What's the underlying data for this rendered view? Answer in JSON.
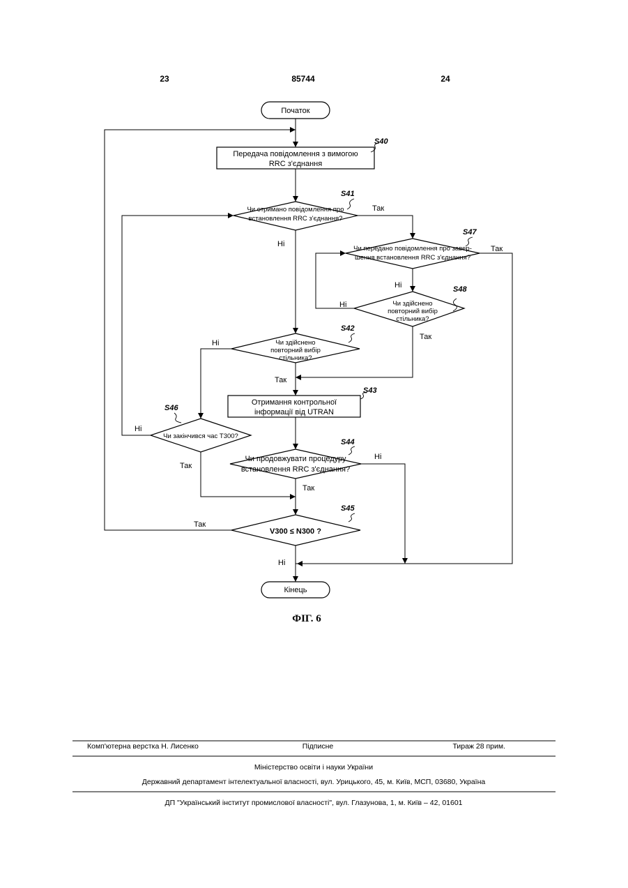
{
  "header": {
    "page_left": "23",
    "doc_number": "85744",
    "page_right": "24"
  },
  "flowchart": {
    "start": "Початок",
    "end": "Кінець",
    "s40": {
      "id": "S40",
      "line1": "Передача повідомлення з вимогою",
      "line2": "RRC з'єднання"
    },
    "s41": {
      "id": "S41",
      "line1": "Чи отримано повідомлення про",
      "line2": "встановлення RRC з'єднання?"
    },
    "s47": {
      "id": "S47",
      "line1": "Чи передано повідомлення про завер-",
      "line2": "шення встановлення RRC з'єднання?"
    },
    "s48": {
      "id": "S48",
      "line1": "Чи здійснено",
      "line2": "повторний вибір",
      "line3": "стільника?"
    },
    "s42": {
      "id": "S42",
      "line1": "Чи здійснено",
      "line2": "повторний вибір",
      "line3": "стільника?"
    },
    "s43": {
      "id": "S43",
      "line1": "Отримання контрольної",
      "line2": "інформації від UTRAN"
    },
    "s46": {
      "id": "S46",
      "line1": "Чи закінчився час T300?"
    },
    "s44": {
      "id": "S44",
      "line1": "Чи продовжувати процедуру",
      "line2": "встановлення RRC з'єднання?"
    },
    "s45": {
      "id": "S45",
      "line1": "V300 ≤ N300 ?"
    },
    "labels": {
      "yes": "Так",
      "no": "Ні"
    },
    "figure_caption": "ФІГ. 6"
  },
  "footer": {
    "layout": "Комп'ютерна верстка Н. Лисенко",
    "signed": "Підписне",
    "circulation": "Тираж 28 прим.",
    "ministry": "Міністерство освіти і науки України",
    "department": "Державний департамент інтелектуальної власності, вул. Урицького, 45, м. Київ, МСП, 03680, Україна",
    "institute": "ДП \"Український інститут промислової власності\", вул. Глазунова, 1, м. Київ – 42, 01601"
  }
}
